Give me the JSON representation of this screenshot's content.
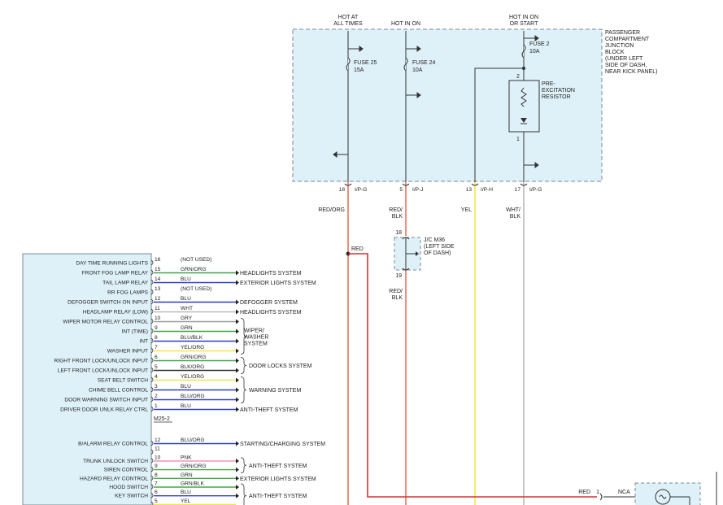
{
  "top_labels": {
    "hot_at_all_times": [
      "HOT AT",
      "ALL TIMES"
    ],
    "hot_in_on": "HOT IN ON",
    "hot_in_on_or_start": [
      "HOT IN ON",
      "OR START"
    ]
  },
  "junction_block": {
    "label": [
      "PASSENGER",
      "COMPARTMENT",
      "JUNCTION",
      "BLOCK",
      "(UNDER LEFT",
      "SIDE OF DASH,",
      "NEAR KICK PANEL)"
    ],
    "fuses": [
      {
        "name": "FUSE 25",
        "rating": "15A"
      },
      {
        "name": "FUSE 24",
        "rating": "10A"
      },
      {
        "name": "FUSE 2",
        "rating": "10A"
      }
    ],
    "resistor": {
      "label": [
        "PRE-",
        "EXCITATION",
        "RESISTOR"
      ],
      "pin_top": "2",
      "pin_bottom": "1"
    }
  },
  "jb_outputs": [
    {
      "pin": "18",
      "connector": "I/P-G",
      "color": "RED/ORG",
      "hex": "#e8735b"
    },
    {
      "pin": "5",
      "connector": "I/P-J",
      "color": "RED/BLK",
      "hex": "#e8735b"
    },
    {
      "pin": "13",
      "connector": "I/P-H",
      "color": "YEL",
      "hex": "#f2e64a"
    },
    {
      "pin": "17",
      "connector": "I/P-G",
      "color": "WHT/BLK",
      "hex": "#b9b9b9"
    }
  ],
  "splice_label": "RED",
  "jc_m36": {
    "label": [
      "J/C M36",
      "(LEFT SIDE",
      "OF DASH)"
    ],
    "pin_top": "18",
    "pin_bottom": "19",
    "out_color": "RED/BLK"
  },
  "connector_m25_2": "M25-2",
  "module_pins_a": [
    {
      "pin": "16",
      "func": "DAY TIME RUNNING LIGHTS",
      "color": "(NOT USED)",
      "hex": ""
    },
    {
      "pin": "15",
      "func": "FRONT FOG LAMP RELAY",
      "color": "GRN/ORG",
      "hex": "#43a547"
    },
    {
      "pin": "14",
      "func": "TAIL LAMP RELAY",
      "color": "BLU",
      "hex": "#2b3fc4"
    },
    {
      "pin": "13",
      "func": "RR FOG LAMPS",
      "color": "(NOT USED)",
      "hex": ""
    },
    {
      "pin": "12",
      "func": "DEFOGGER SWITCH ON INPUT",
      "color": "BLU",
      "hex": "#2b3fc4"
    },
    {
      "pin": "11",
      "func": "HEADLAMP RELAY (LOW)",
      "color": "WHT",
      "hex": "#bcbcbc"
    },
    {
      "pin": "10",
      "func": "WIPER MOTOR RELAY CONTROL",
      "color": "GRY",
      "hex": "#9a9a9a"
    },
    {
      "pin": "9",
      "func": "INT (TIME)",
      "color": "GRN",
      "hex": "#43a547"
    },
    {
      "pin": "8",
      "func": "INT",
      "color": "BLU/BLK",
      "hex": "#2b3fc4"
    },
    {
      "pin": "7",
      "func": "WASHER INPUT",
      "color": "YEL/ORG",
      "hex": "#f2e64a"
    },
    {
      "pin": "6",
      "func": "RIGHT FRONT LOCK/UNLOCK INPUT",
      "color": "GRN/ORG",
      "hex": "#43a547"
    },
    {
      "pin": "5",
      "func": "LEFT FRONT LOCK/UNLOCK INPUT",
      "color": "BLK/ORG",
      "hex": "#333333"
    },
    {
      "pin": "4",
      "func": "SEAT BELT SWITCH",
      "color": "YEL/ORG",
      "hex": "#f2e64a"
    },
    {
      "pin": "3",
      "func": "CHIME BELL CONTROL",
      "color": "BLU",
      "hex": "#2b3fc4"
    },
    {
      "pin": "2",
      "func": "DOOR WARNING SWITCH INPUT",
      "color": "BLU/ORG",
      "hex": "#2b3fc4"
    },
    {
      "pin": "1",
      "func": "DRIVER DOOR UNLK RELAY CTRL",
      "color": "BLU",
      "hex": "#2b3fc4"
    }
  ],
  "module_pins_b": [
    {
      "pin": "12",
      "func": "B/ALARM RELAY CONTROL",
      "color": "BLU/ORG",
      "hex": "#2b3fc4"
    },
    {
      "pin": "11",
      "func": "",
      "color": "",
      "hex": ""
    },
    {
      "pin": "10",
      "func": "TRUNK UNLOCK SWITCH",
      "color": "PNK",
      "hex": "#f08aa8"
    },
    {
      "pin": "9",
      "func": "SIREN CONTROL",
      "color": "GRN/ORG",
      "hex": "#43a547"
    },
    {
      "pin": "8",
      "func": "HAZARD RELAY CONTROL",
      "color": "GRN",
      "hex": "#43a547"
    },
    {
      "pin": "7",
      "func": "HOOD SWITCH",
      "color": "GRN/BLK",
      "hex": "#43a547"
    },
    {
      "pin": "6",
      "func": "KEY SWITCH",
      "color": "BLU",
      "hex": "#2b3fc4"
    },
    {
      "pin": "5",
      "func": "",
      "color": "YEL",
      "hex": "#f2e64a"
    }
  ],
  "systems": {
    "headlights": "HEADLIGHTS SYSTEM",
    "exterior_lights": "EXTERIOR LIGHTS SYSTEM",
    "defogger": "DEFOGGER SYSTEM",
    "wiper_washer": [
      "WIPER/",
      "WASHER",
      "SYSTEM"
    ],
    "door_locks": "DOOR LOCKS SYSTEM",
    "warning": "WARNING SYSTEM",
    "anti_theft": "ANTI-THEFT SYSTEM",
    "starting_charging": "STARTING/CHARGING SYSTEM"
  },
  "bottom_right": {
    "wire": "RED",
    "pin": "1",
    "label": "NCA"
  }
}
